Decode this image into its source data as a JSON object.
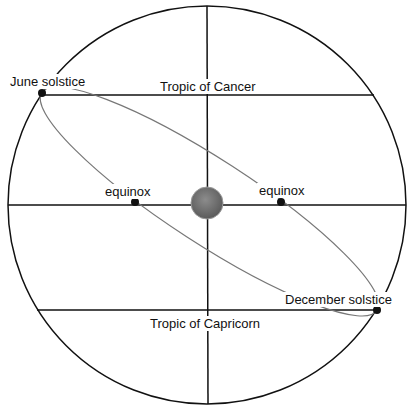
{
  "diagram": {
    "labels": [
      "June solstice",
      "Tropic of Cancer",
      "equinox",
      "equinox",
      "December solstice",
      "Tropic of Capricorn"
    ]
  }
}
